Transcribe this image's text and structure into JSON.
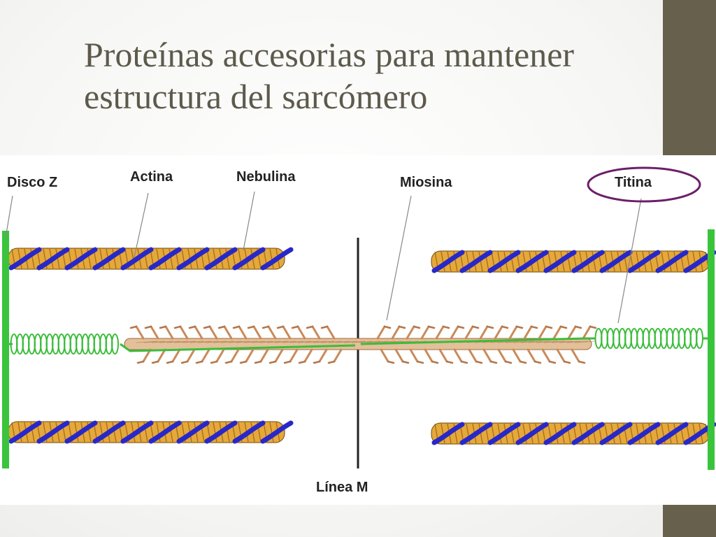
{
  "slide": {
    "title_line1": "Proteínas accesorias para mantener",
    "title_line2": "estructura del sarcómero",
    "accent_color": "#67604c"
  },
  "diagram": {
    "labels": {
      "disco_z": "Disco Z",
      "actina": "Actina",
      "nebulina": "Nebulina",
      "miosina": "Miosina",
      "titina": "Titina",
      "linea_m": "Línea M"
    },
    "highlight_color": "#6b1f68",
    "colors": {
      "actin": "#e6a83a",
      "nebulin": "#2828c8",
      "myosin": "#c98a5a",
      "titin": "#3cbc3c",
      "z_disc": "#39c43c",
      "m_line": "#222222"
    }
  }
}
